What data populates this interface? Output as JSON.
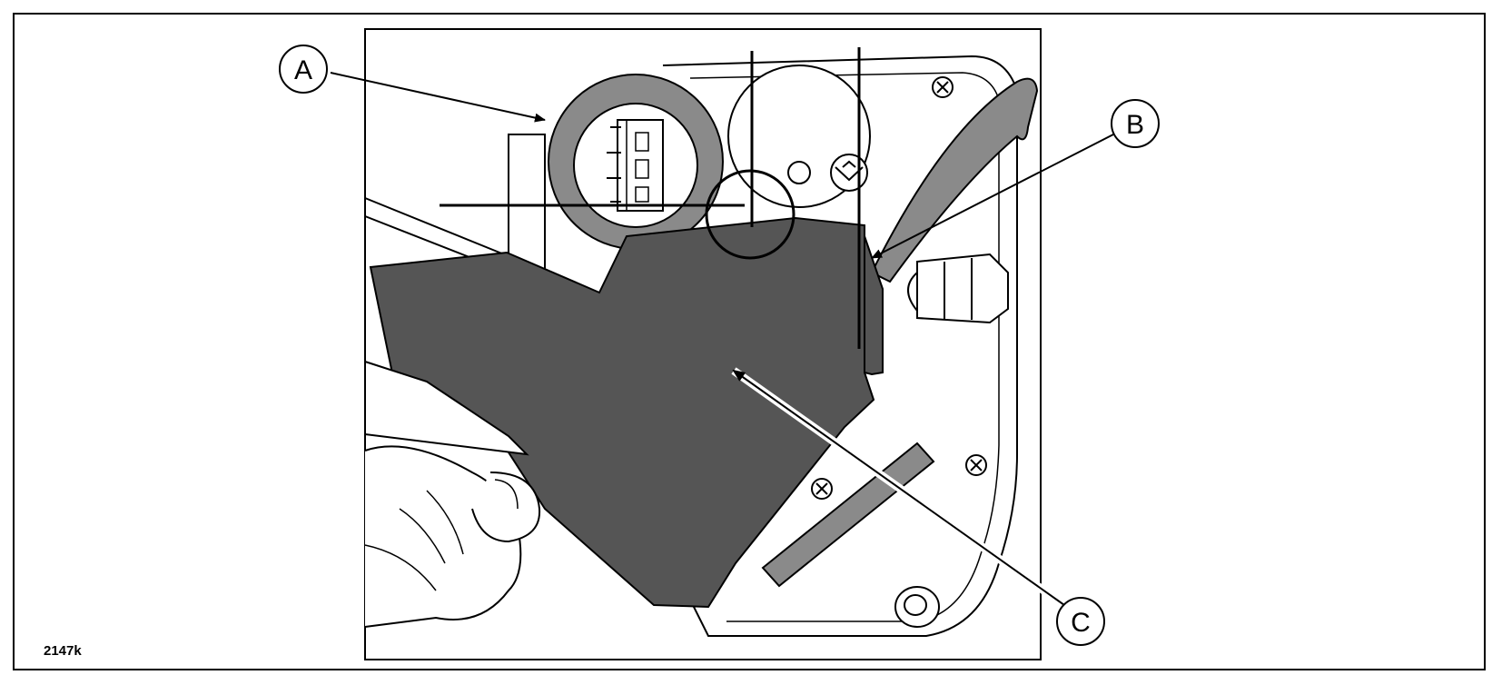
{
  "figure": {
    "code": "2147k"
  },
  "callouts": [
    {
      "id": "A",
      "label": "A"
    },
    {
      "id": "B",
      "label": "B"
    },
    {
      "id": "C",
      "label": "C"
    }
  ],
  "colors": {
    "line": "#000000",
    "part_fill": "#555555",
    "tape_fill": "#8a8a8a",
    "background": "#ffffff"
  }
}
